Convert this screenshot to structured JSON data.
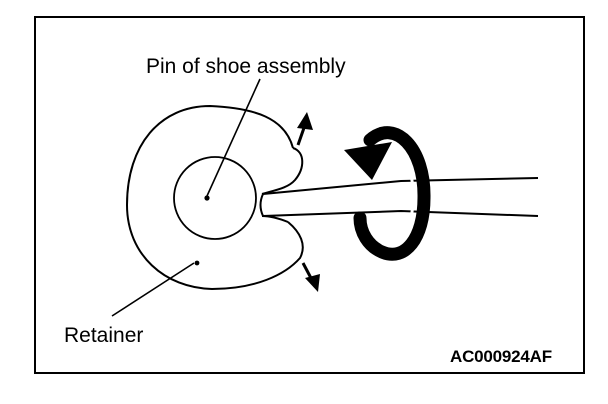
{
  "labels": {
    "pin": "Pin of shoe assembly",
    "retainer": "Retainer",
    "figure_code": "AC000924AF"
  },
  "colors": {
    "line": "#000000",
    "background": "#ffffff"
  }
}
